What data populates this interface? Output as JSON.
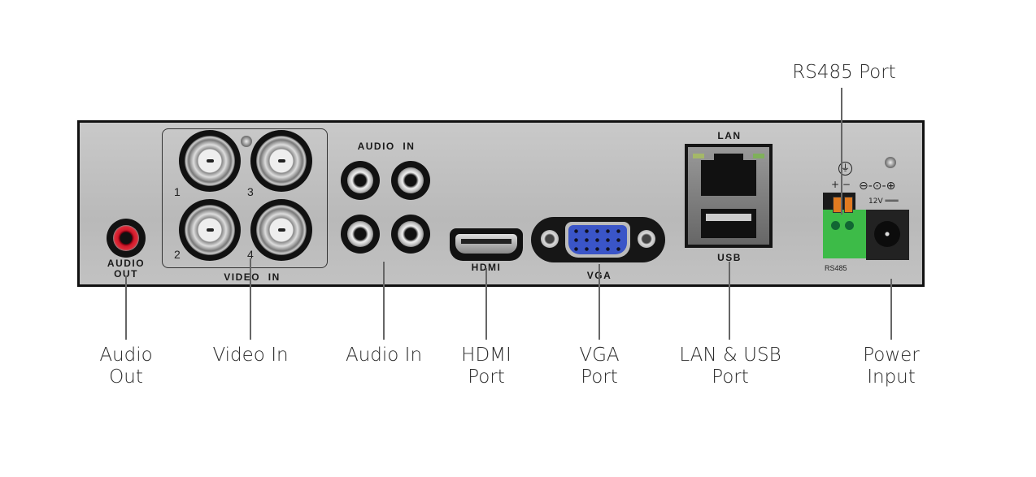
{
  "panel_labels": {
    "audio_out_1": "AUDIO",
    "audio_out_2": "OUT",
    "video_in": "VIDEO  IN",
    "audio_in": "AUDIO  IN",
    "hdmi": "HDMI",
    "vga": "VGA",
    "lan": "LAN",
    "usb": "USB",
    "rs485": "RS485",
    "polarity_marks": "+ −",
    "voltage": "12V"
  },
  "channel_numbers": [
    "1",
    "3",
    "2",
    "4"
  ],
  "callouts": {
    "audio_out": [
      "Audio",
      "Out"
    ],
    "video_in": [
      "Video In"
    ],
    "audio_in": [
      "Audio In"
    ],
    "hdmi": [
      "HDMI",
      "Port"
    ],
    "vga": [
      "VGA",
      "Port"
    ],
    "lan_usb": [
      "LAN & USB",
      "Port"
    ],
    "power": [
      "Power",
      "Input"
    ],
    "rs485": [
      "RS485 Port"
    ]
  },
  "colors": {
    "panel": "#bfbfbf",
    "rs485_terminal": "#3dbb48",
    "terminal_pins": "#e07a20",
    "vga_blue": "#3a55c8",
    "audio_out_red": "#d01a2a"
  }
}
